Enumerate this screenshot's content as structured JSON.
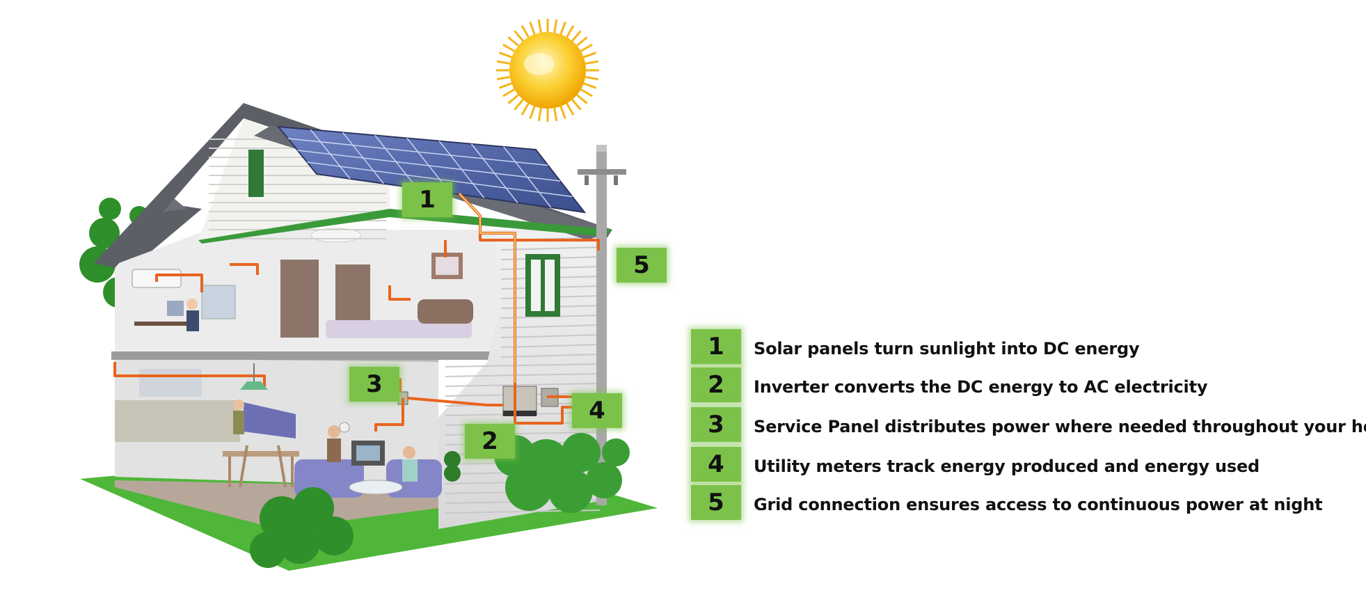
{
  "callouts": [
    {
      "number": "1",
      "text": "Solar panels turn sunlight into DC energy"
    },
    {
      "number": "2",
      "text": "Inverter converts the DC energy to AC electricity"
    },
    {
      "number": "3",
      "text": "Service Panel distributes power where needed throughout your home"
    },
    {
      "number": "4",
      "text": "Utility meters track energy produced and energy used"
    },
    {
      "number": "5",
      "text": "Grid connection ensures access to continuous power at night"
    }
  ],
  "colors": {
    "badge_green": "#7cc24a",
    "wire_orange": "#e8641e",
    "sun_yellow": "#f6c21c",
    "roof_gray": "#5d5f66",
    "grass_green": "#4fb63a",
    "panel_blue": "#4a5e9e"
  },
  "icons": [
    "sun-icon",
    "solar-panel-icon",
    "house-icon",
    "utility-pole-icon",
    "inverter-icon",
    "meter-icon",
    "service-panel-icon",
    "tree-icon"
  ]
}
